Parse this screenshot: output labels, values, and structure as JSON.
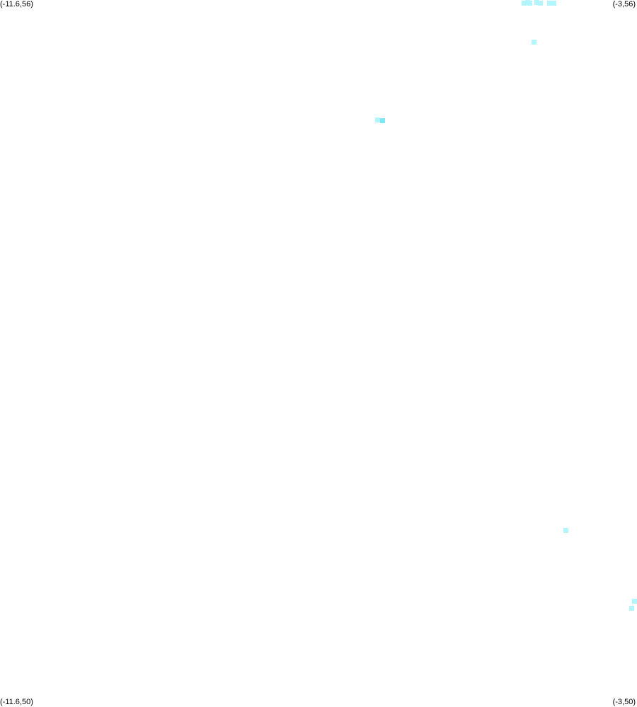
{
  "corners": {
    "top_left": "(-11.6,56)",
    "top_right": "(-3,56)",
    "bottom_left": "(-11.6,50)",
    "bottom_right": "(-3,50)"
  },
  "extent": {
    "lon_min": -11.6,
    "lon_max": -3,
    "lat_min": 50,
    "lat_max": 56
  },
  "colors": {
    "background": "#ffffff",
    "cell_light": "#b3f5fc",
    "cell_medium": "#7ee6f5",
    "cell_dark": "#3fd0ea"
  },
  "cells": [
    {
      "lon": -4.52,
      "lat": 55.975,
      "level": "light"
    },
    {
      "lon": -4.48,
      "lat": 55.985,
      "level": "light"
    },
    {
      "lon": -4.45,
      "lat": 55.975,
      "level": "light"
    },
    {
      "lon": -4.35,
      "lat": 55.98,
      "level": "light"
    },
    {
      "lon": -4.3,
      "lat": 55.97,
      "level": "light"
    },
    {
      "lon": -4.18,
      "lat": 55.975,
      "level": "light"
    },
    {
      "lon": -4.12,
      "lat": 55.97,
      "level": "light"
    },
    {
      "lon": -4.39,
      "lat": 55.64,
      "level": "light"
    },
    {
      "lon": -6.5,
      "lat": 54.98,
      "level": "light"
    },
    {
      "lon": -6.44,
      "lat": 54.975,
      "level": "medium"
    },
    {
      "lon": -3.96,
      "lat": 51.5,
      "level": "light"
    },
    {
      "lon": -3.07,
      "lat": 50.835,
      "level": "light"
    },
    {
      "lon": -3.01,
      "lat": 50.9,
      "level": "light"
    }
  ]
}
